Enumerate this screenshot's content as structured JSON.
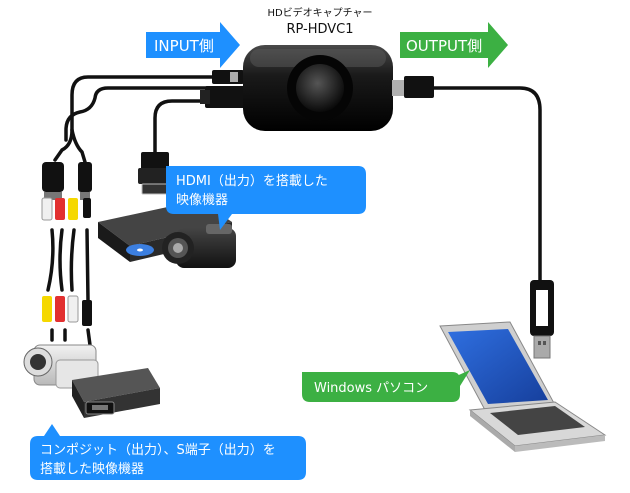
{
  "device": {
    "subtitle": "HDビデオキャプチャー",
    "model": "RP-HDVC1"
  },
  "input_arrow": {
    "label": "INPUT側",
    "color": "#1e90ff"
  },
  "output_arrow": {
    "label": "OUTPUT側",
    "color": "#3cb043"
  },
  "callouts": {
    "hdmi": {
      "line1": "HDMI（出力）を搭載した",
      "line2": "映像機器",
      "color": "#1e90ff"
    },
    "composite": {
      "line1": "コンポジット（出力）、S端子（出力）を",
      "line2": "搭載した映像機器",
      "color": "#1e90ff"
    },
    "pc": {
      "label": "Windows パソコン",
      "color": "#3cb043"
    }
  },
  "plug_colors": {
    "yellow": "#f5d800",
    "white": "#f0f0f0",
    "red": "#e23030"
  },
  "icons": {
    "capture_device": "capture-device-icon",
    "hdmi_camcorder": "camcorder-icon",
    "blu_ray_player": "disc-player-icon",
    "sd_camcorder": "camcorder-icon",
    "vcr": "vcr-icon",
    "laptop": "laptop-icon",
    "usb_plug": "usb-plug-icon",
    "hdmi_plug": "hdmi-plug-icon",
    "av_plugs": "rca-plug-icon"
  }
}
